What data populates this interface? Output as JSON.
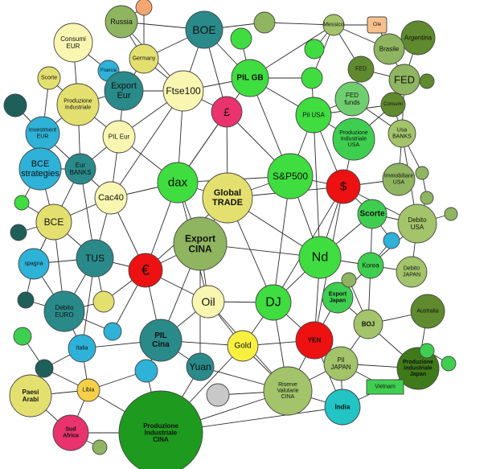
{
  "nodes": [
    {
      "id": "russia",
      "label": "Russia",
      "color": "#8fb560"
    },
    {
      "id": "orange",
      "label": "",
      "color": "#f4a870"
    },
    {
      "id": "boe",
      "label": "BOE",
      "color": "#2a8a8a"
    },
    {
      "id": "messico",
      "label": "Messico",
      "color": "#a3c46a"
    },
    {
      "id": "cile",
      "label": "Cile",
      "color": "#f6c08c"
    },
    {
      "id": "argentina",
      "label": "Argentina",
      "color": "#5f8a2e"
    },
    {
      "id": "consumi_eur",
      "label": "Consumi\nEUR",
      "color": "#f8f6b0"
    },
    {
      "id": "germany",
      "label": "Germany",
      "color": "#e4e070"
    },
    {
      "id": "francia",
      "label": "Francia",
      "color": "#2eb2d8"
    },
    {
      "id": "brasile",
      "label": "Brasile",
      "color": "#8fb560"
    },
    {
      "id": "fed",
      "label": "FED",
      "color": "#5f8a2e"
    },
    {
      "id": "fed2",
      "label": "FED",
      "color": "#8fb560"
    },
    {
      "id": "scorte_l",
      "label": "Scorte",
      "color": "#e4e070"
    },
    {
      "id": "export_eur",
      "label": "Export\nEur",
      "color": "#2a8a8a"
    },
    {
      "id": "ftse100",
      "label": "Ftse100",
      "color": "#f8f6b0"
    },
    {
      "id": "pil_gb",
      "label": "PIL GB",
      "color": "#3fdd3f"
    },
    {
      "id": "fed_funds",
      "label": "FED\nfunds",
      "color": "#6fcf6f"
    },
    {
      "id": "consumi",
      "label": "Consumi",
      "color": "#5f8a2e"
    },
    {
      "id": "prod_ind",
      "label": "Produzione\nIndustriale",
      "color": "#e4e070"
    },
    {
      "id": "gbp",
      "label": "£",
      "color": "#e8336e"
    },
    {
      "id": "pil_usa",
      "label": "Pil USA",
      "color": "#3fdd3f"
    },
    {
      "id": "prod_usa",
      "label": "Produzione\nIndustriale\nUSA",
      "color": "#3fcf50"
    },
    {
      "id": "usa_banks",
      "label": "Usa\nBANKS",
      "color": "#a3c46a"
    },
    {
      "id": "inv_eur",
      "label": "Investment\nEUR",
      "color": "#2eb2d8"
    },
    {
      "id": "pil_eur",
      "label": "PIL Eur",
      "color": "#f8f6b0"
    },
    {
      "id": "bce_strat",
      "label": "BCE\nstrategies",
      "color": "#2eb2d8"
    },
    {
      "id": "eur_banks",
      "label": "Eur\nBANKS",
      "color": "#2a8a8a"
    },
    {
      "id": "dax",
      "label": "dax",
      "color": "#3fdd3f"
    },
    {
      "id": "sp500",
      "label": "S&P500",
      "color": "#3fdd3f"
    },
    {
      "id": "usd",
      "label": "$",
      "color": "#ee1111"
    },
    {
      "id": "immobiliare",
      "label": "Immobiliare\nUSA",
      "color": "#8fb560"
    },
    {
      "id": "cac40",
      "label": "Cac40",
      "color": "#f8f6b0"
    },
    {
      "id": "global_trade",
      "label": "Global\nTRADE",
      "color": "#e4e070"
    },
    {
      "id": "bce",
      "label": "BCE",
      "color": "#e4e070"
    },
    {
      "id": "scorte_r",
      "label": "Scorte",
      "color": "#3fcf50"
    },
    {
      "id": "debito_usa",
      "label": "Debito\nUSA",
      "color": "#a3c46a"
    },
    {
      "id": "export_cina",
      "label": "Export\nCINA",
      "color": "#8fb560"
    },
    {
      "id": "tus",
      "label": "TUS",
      "color": "#2a8a8a"
    },
    {
      "id": "nd",
      "label": "Nd",
      "color": "#3fdd3f"
    },
    {
      "id": "spagna",
      "label": "spagna",
      "color": "#2eb2d8"
    },
    {
      "id": "eur",
      "label": "€",
      "color": "#ee1111"
    },
    {
      "id": "korea",
      "label": "Korea",
      "color": "#3fcf50"
    },
    {
      "id": "debito_japan",
      "label": "Debito\nJAPAN",
      "color": "#a3c46a"
    },
    {
      "id": "export_japan",
      "label": "Export\nJapan",
      "color": "#3fcf50"
    },
    {
      "id": "oil",
      "label": "Oil",
      "color": "#f8f6b0"
    },
    {
      "id": "dj",
      "label": "DJ",
      "color": "#3fdd3f"
    },
    {
      "id": "debito_euro",
      "label": "Debito\nEURO",
      "color": "#2a8a8a"
    },
    {
      "id": "australia",
      "label": "Australia",
      "color": "#5f8a2e"
    },
    {
      "id": "boj",
      "label": "BOJ",
      "color": "#a3c46a"
    },
    {
      "id": "pil_cina",
      "label": "PIL\nCina",
      "color": "#2a8a8a"
    },
    {
      "id": "gold",
      "label": "Gold",
      "color": "#f8f040"
    },
    {
      "id": "yen",
      "label": "YEN",
      "color": "#ee1111"
    },
    {
      "id": "italia",
      "label": "Italia",
      "color": "#2eb2d8"
    },
    {
      "id": "pil_japan",
      "label": "Pil\nJAPAN",
      "color": "#a3c46a"
    },
    {
      "id": "prod_japan",
      "label": "Produzione\nIndustriale\nJapan",
      "color": "#3f7a1a"
    },
    {
      "id": "yuan",
      "label": "Yuan",
      "color": "#2a8a8a"
    },
    {
      "id": "libia",
      "label": "Libia",
      "color": "#f6d04a"
    },
    {
      "id": "vietnam",
      "label": "Vietnam",
      "color": "#3fcf50"
    },
    {
      "id": "paesi_arabi",
      "label": "Paesi\nArabi",
      "color": "#e4e070"
    },
    {
      "id": "riserve",
      "label": "Riserve\nValutarie\nCINA",
      "color": "#a3c46a"
    },
    {
      "id": "india",
      "label": "India",
      "color": "#22c4c4"
    },
    {
      "id": "sud_africa",
      "label": "Sud\nAfrica",
      "color": "#e8336e"
    },
    {
      "id": "prod_cina",
      "label": "Produzione\nIndustriale\nCINA",
      "color": "#1e9a1e"
    },
    {
      "id": "u_darkteal1",
      "label": "",
      "color": "#1f5f5a"
    },
    {
      "id": "u_green1",
      "label": "",
      "color": "#3fdd3f"
    },
    {
      "id": "u_green2",
      "label": "",
      "color": "#8fb560"
    },
    {
      "id": "u_green3",
      "label": "",
      "color": "#3fdd3f"
    },
    {
      "id": "u_green4",
      "label": "",
      "color": "#3fdd3f"
    },
    {
      "id": "u_green5",
      "label": "",
      "color": "#5f8a2e"
    },
    {
      "id": "u_green6",
      "label": "",
      "color": "#8fb560"
    },
    {
      "id": "u_green7",
      "label": "",
      "color": "#8fb560"
    },
    {
      "id": "u_green8",
      "label": "",
      "color": "#8fb560"
    },
    {
      "id": "u_blue1",
      "label": "",
      "color": "#2eb2d8"
    },
    {
      "id": "u_green9",
      "label": "",
      "color": "#8fb560"
    },
    {
      "id": "u_green10",
      "label": "",
      "color": "#3fdd3f"
    },
    {
      "id": "u_darkteal2",
      "label": "",
      "color": "#1f5f5a"
    },
    {
      "id": "u_darkteal3",
      "label": "",
      "color": "#1f5f5a"
    },
    {
      "id": "u_blue2",
      "label": "",
      "color": "#2eb2d8"
    },
    {
      "id": "u_yellow1",
      "label": "",
      "color": "#e4e070"
    },
    {
      "id": "u_blue3",
      "label": "",
      "color": "#2eb2d8"
    },
    {
      "id": "u_green11",
      "label": "",
      "color": "#3fcf50"
    },
    {
      "id": "u_darkteal4",
      "label": "",
      "color": "#1f5f5a"
    },
    {
      "id": "u_blue4",
      "label": "",
      "color": "#2eb2d8"
    },
    {
      "id": "u_gray",
      "label": "",
      "color": "#c8c8c8"
    },
    {
      "id": "u_green12",
      "label": "",
      "color": "#3fcf50"
    },
    {
      "id": "u_green13",
      "label": "",
      "color": "#3fcf50"
    },
    {
      "id": "u_green14",
      "label": "",
      "color": "#8fb560"
    }
  ],
  "edges": [
    [
      "russia",
      "boe"
    ],
    [
      "russia",
      "germany"
    ],
    [
      "russia",
      "ftse100"
    ],
    [
      "russia",
      "orange"
    ],
    [
      "orange",
      "germany"
    ],
    [
      "boe",
      "ftse100"
    ],
    [
      "boe",
      "gbp"
    ],
    [
      "boe",
      "pil_gb"
    ],
    [
      "boe",
      "u_green2"
    ],
    [
      "boe",
      "germany"
    ],
    [
      "u_green2",
      "messico"
    ],
    [
      "messico",
      "u_green3"
    ],
    [
      "messico",
      "cile"
    ],
    [
      "messico",
      "brasile"
    ],
    [
      "messico",
      "fed"
    ],
    [
      "cile",
      "brasile"
    ],
    [
      "brasile",
      "argentina"
    ],
    [
      "argentina",
      "fed2"
    ],
    [
      "brasile",
      "fed2"
    ],
    [
      "fed",
      "fed2"
    ],
    [
      "u_green1",
      "pil_gb"
    ],
    [
      "pil_gb",
      "ftse100"
    ],
    [
      "pil_gb",
      "u_green4"
    ],
    [
      "pil_gb",
      "pil_usa"
    ],
    [
      "pil_gb",
      "messico"
    ],
    [
      "pil_gb",
      "dax"
    ],
    [
      "pil_gb",
      "sp500"
    ],
    [
      "u_green4",
      "pil_usa"
    ],
    [
      "u_green4",
      "messico"
    ],
    [
      "fed",
      "fed_funds"
    ],
    [
      "fed_funds",
      "pil_usa"
    ],
    [
      "fed_funds",
      "usa_banks"
    ],
    [
      "fed2",
      "usa_banks"
    ],
    [
      "fed2",
      "u_green5"
    ],
    [
      "consumi",
      "usa_banks"
    ],
    [
      "consumi",
      "pil_usa"
    ],
    [
      "consumi",
      "prod_usa"
    ],
    [
      "pil_usa",
      "prod_usa"
    ],
    [
      "pil_usa",
      "sp500"
    ],
    [
      "pil_usa",
      "usd"
    ],
    [
      "pil_usa",
      "nd"
    ],
    [
      "prod_usa",
      "usd"
    ],
    [
      "usa_banks",
      "immobiliare"
    ],
    [
      "usa_banks",
      "u_green6"
    ],
    [
      "usa_banks",
      "debito_usa"
    ],
    [
      "immobiliare",
      "usd"
    ],
    [
      "u_green6",
      "u_green7"
    ],
    [
      "u_green7",
      "debito_usa"
    ],
    [
      "usd",
      "sp500"
    ],
    [
      "usd",
      "scorte_r"
    ],
    [
      "usd",
      "nd"
    ],
    [
      "usd",
      "dj"
    ],
    [
      "usd",
      "yen"
    ],
    [
      "usd",
      "debito_usa"
    ],
    [
      "usd",
      "global_trade"
    ],
    [
      "sp500",
      "dax"
    ],
    [
      "sp500",
      "nd"
    ],
    [
      "sp500",
      "dj"
    ],
    [
      "sp500",
      "global_trade"
    ],
    [
      "sp500",
      "gbp"
    ],
    [
      "consumi_eur",
      "francia"
    ],
    [
      "consumi_eur",
      "prod_ind"
    ],
    [
      "francia",
      "export_eur"
    ],
    [
      "germany",
      "export_eur"
    ],
    [
      "germany",
      "ftse100"
    ],
    [
      "export_eur",
      "ftse100"
    ],
    [
      "export_eur",
      "prod_ind"
    ],
    [
      "export_eur",
      "pil_eur"
    ],
    [
      "ftse100",
      "gbp"
    ],
    [
      "ftse100",
      "dax"
    ],
    [
      "ftse100",
      "pil_eur"
    ],
    [
      "ftse100",
      "cac40"
    ],
    [
      "gbp",
      "global_trade"
    ],
    [
      "gbp",
      "dax"
    ],
    [
      "scorte_l",
      "prod_ind"
    ],
    [
      "scorte_l",
      "inv_eur"
    ],
    [
      "prod_ind",
      "pil_eur"
    ],
    [
      "prod_ind",
      "eur_banks"
    ],
    [
      "prod_ind",
      "inv_eur"
    ],
    [
      "inv_eur",
      "bce_strat"
    ],
    [
      "inv_eur",
      "eur_banks"
    ],
    [
      "u_darkteal1",
      "inv_eur"
    ],
    [
      "pil_eur",
      "cac40"
    ],
    [
      "pil_eur",
      "eur_banks"
    ],
    [
      "pil_eur",
      "dax"
    ],
    [
      "bce_strat",
      "eur_banks"
    ],
    [
      "bce_strat",
      "bce"
    ],
    [
      "bce_strat",
      "u_green10"
    ],
    [
      "eur_banks",
      "cac40"
    ],
    [
      "eur_banks",
      "tus"
    ],
    [
      "eur_banks",
      "bce"
    ],
    [
      "dax",
      "cac40"
    ],
    [
      "dax",
      "global_trade"
    ],
    [
      "dax",
      "export_cina"
    ],
    [
      "dax",
      "eur"
    ],
    [
      "dax",
      "oil"
    ],
    [
      "cac40",
      "tus"
    ],
    [
      "cac40",
      "eur"
    ],
    [
      "cac40",
      "bce"
    ],
    [
      "global_trade",
      "export_cina"
    ],
    [
      "global_trade",
      "nd"
    ],
    [
      "global_trade",
      "dj"
    ],
    [
      "global_trade",
      "eur"
    ],
    [
      "bce",
      "tus"
    ],
    [
      "bce",
      "u_green10"
    ],
    [
      "bce",
      "debito_euro"
    ],
    [
      "bce",
      "spagna"
    ],
    [
      "u_darkteal2",
      "bce"
    ],
    [
      "tus",
      "eur"
    ],
    [
      "tus",
      "spagna"
    ],
    [
      "tus",
      "debito_euro"
    ],
    [
      "tus",
      "u_yellow1"
    ],
    [
      "tus",
      "italia"
    ],
    [
      "spagna",
      "debito_euro"
    ],
    [
      "spagna",
      "u_darkteal3"
    ],
    [
      "eur",
      "export_cina"
    ],
    [
      "eur",
      "oil"
    ],
    [
      "eur",
      "pil_cina"
    ],
    [
      "eur",
      "u_yellow1"
    ],
    [
      "eur",
      "u_blue3"
    ],
    [
      "export_cina",
      "oil"
    ],
    [
      "export_cina",
      "nd"
    ],
    [
      "export_cina",
      "pil_cina"
    ],
    [
      "export_cina",
      "yuan"
    ],
    [
      "scorte_r",
      "u_blue1"
    ],
    [
      "scorte_r",
      "korea"
    ],
    [
      "scorte_r",
      "debito_usa"
    ],
    [
      "scorte_r",
      "nd"
    ],
    [
      "debito_usa",
      "korea"
    ],
    [
      "debito_usa",
      "debito_japan"
    ],
    [
      "u_blue1",
      "korea"
    ],
    [
      "nd",
      "korea"
    ],
    [
      "nd",
      "dj"
    ],
    [
      "nd",
      "yen"
    ],
    [
      "korea",
      "export_japan"
    ],
    [
      "korea",
      "debito_japan"
    ],
    [
      "korea",
      "boj"
    ],
    [
      "oil",
      "dj"
    ],
    [
      "oil",
      "gold"
    ],
    [
      "oil",
      "pil_cina"
    ],
    [
      "oil",
      "riserve"
    ],
    [
      "dj",
      "gold"
    ],
    [
      "dj",
      "yen"
    ],
    [
      "dj",
      "riserve"
    ],
    [
      "export_japan",
      "boj"
    ],
    [
      "export_japan",
      "yen"
    ],
    [
      "u_green9",
      "boj"
    ],
    [
      "boj",
      "australia"
    ],
    [
      "boj",
      "prod_japan"
    ],
    [
      "boj",
      "pil_japan"
    ],
    [
      "yen",
      "gold"
    ],
    [
      "yen",
      "pil_japan"
    ],
    [
      "yen",
      "riserve"
    ],
    [
      "yen",
      "india"
    ],
    [
      "pil_cina",
      "gold"
    ],
    [
      "pil_cina",
      "yuan"
    ],
    [
      "pil_cina",
      "u_blue4"
    ],
    [
      "pil_cina",
      "italia"
    ],
    [
      "pil_cina",
      "u_blue2"
    ],
    [
      "u_blue2",
      "italia"
    ],
    [
      "u_yellow1",
      "debito_euro"
    ],
    [
      "u_darkteal3",
      "debito_euro"
    ],
    [
      "debito_euro",
      "italia"
    ],
    [
      "debito_euro",
      "u_blue3"
    ],
    [
      "italia",
      "libia"
    ],
    [
      "italia",
      "u_darkteal4"
    ],
    [
      "u_green11",
      "u_darkteal4"
    ],
    [
      "u_darkteal4",
      "paesi_arabi"
    ],
    [
      "u_darkteal4",
      "libia"
    ],
    [
      "libia",
      "paesi_arabi"
    ],
    [
      "libia",
      "sud_africa"
    ],
    [
      "libia",
      "prod_cina"
    ],
    [
      "libia",
      "u_blue4"
    ],
    [
      "u_blue4",
      "prod_cina"
    ],
    [
      "yuan",
      "riserve"
    ],
    [
      "yuan",
      "prod_cina"
    ],
    [
      "u_gray",
      "riserve"
    ],
    [
      "gold",
      "riserve"
    ],
    [
      "gold",
      "prod_cina"
    ],
    [
      "riserve",
      "india"
    ],
    [
      "riserve",
      "prod_cina"
    ],
    [
      "riserve",
      "pil_japan"
    ],
    [
      "pil_japan",
      "prod_japan"
    ],
    [
      "pil_japan",
      "vietnam"
    ],
    [
      "pil_japan",
      "india"
    ],
    [
      "prod_japan",
      "vietnam"
    ],
    [
      "prod_japan",
      "australia"
    ],
    [
      "india",
      "vietnam"
    ],
    [
      "india",
      "prod_cina"
    ],
    [
      "sud_africa",
      "prod_cina"
    ],
    [
      "paesi_arabi",
      "sud_africa"
    ],
    [
      "u_green8",
      "debito_usa"
    ],
    [
      "u_green12",
      "u_green13"
    ],
    [
      "u_green14",
      "sud_africa"
    ]
  ]
}
